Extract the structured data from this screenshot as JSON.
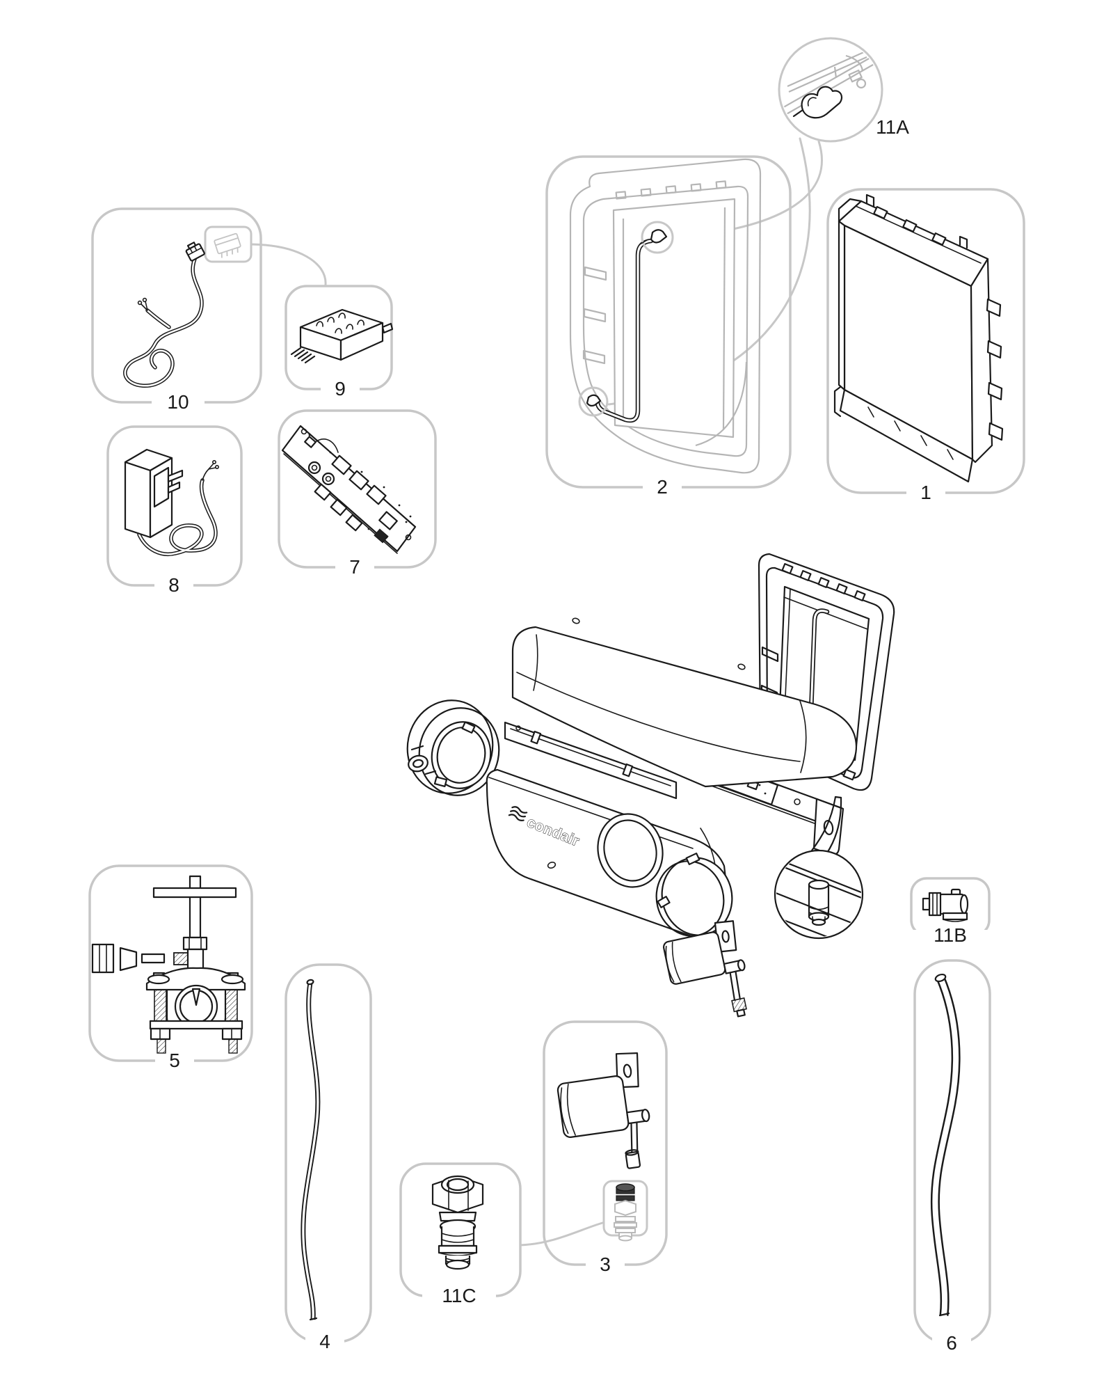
{
  "diagram": {
    "kind": "exploded parts diagram"
  },
  "logo": {
    "text": "condair"
  },
  "parts": {
    "p1": {
      "label": "1"
    },
    "p2": {
      "label": "2"
    },
    "p3": {
      "label": "3"
    },
    "p4": {
      "label": "4"
    },
    "p5": {
      "label": "5"
    },
    "p6": {
      "label": "6"
    },
    "p7": {
      "label": "7"
    },
    "p8": {
      "label": "8"
    },
    "p9": {
      "label": "9"
    },
    "p10": {
      "label": "10"
    },
    "p11a": {
      "label": "11A"
    },
    "p11b": {
      "label": "11B"
    },
    "p11c": {
      "label": "11C"
    }
  },
  "colors": {
    "line": "#1a1a1a",
    "container_border": "#c7c7c7",
    "leader": "#c7c7c7",
    "ghost_art": "#b5b5b5",
    "background": "#ffffff"
  }
}
